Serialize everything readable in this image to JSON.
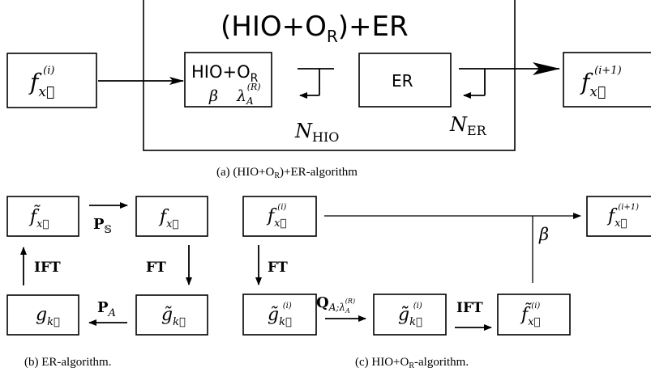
{
  "top": {
    "outer_title": {
      "main": "(HIO+O",
      "sub": "R",
      "rest": ")+ER"
    },
    "input": {
      "base": "f",
      "sub": "x⃗",
      "sup": "(i)"
    },
    "hio": {
      "line1_main": "HIO+O",
      "line1_sub": "R",
      "beta": "β",
      "lambda": "λ",
      "lambda_sub": "A",
      "lambda_sup": "(R)"
    },
    "er": {
      "label": "ER"
    },
    "output": {
      "base": "f",
      "sub": "x⃗",
      "sup": "(i+1)"
    },
    "n_hio": {
      "base": "N",
      "sub": "HIO"
    },
    "n_er": {
      "base": "N",
      "sub": "ER"
    },
    "caption": {
      "prefix": "(a)  (HIO+O",
      "sub": "R",
      "suffix": ")+ER-algorithm"
    }
  },
  "er_algo": {
    "f_tilde": {
      "base": "f̃",
      "sub": "x⃗"
    },
    "f_plain": {
      "base": "f",
      "sub": "x⃗"
    },
    "g_plain": {
      "base": "g",
      "sub": "k⃗"
    },
    "g_tilde": {
      "base": "g̃",
      "sub": "k⃗"
    },
    "p_s": {
      "base": "P",
      "sub": "𝕊"
    },
    "p_a": {
      "base": "P",
      "sub": "A"
    },
    "ift": "IFT",
    "ft": "FT",
    "caption": "(b)  ER-algorithm."
  },
  "hio_algo": {
    "f_in": {
      "base": "f",
      "sub": "x⃗",
      "sup": "(i)"
    },
    "g_tilde": {
      "base": "g̃",
      "sub": "k⃗",
      "sup": "(i)"
    },
    "g_dtilde": {
      "base": "g̃̃",
      "sub": "k⃗",
      "sup": "(i)"
    },
    "f_tilde": {
      "base": "f̃",
      "sub": "x⃗",
      "sup": "(i)"
    },
    "f_out": {
      "base": "f",
      "sub": "x⃗",
      "sup": "(i+1)"
    },
    "ft": "FT",
    "ift": "IFT",
    "beta": "β",
    "q": {
      "base": "Q",
      "sub": "A;λ",
      "sub_sub": "A",
      "sub_sup": "(R)"
    },
    "caption": {
      "prefix": "(c)  HIO+O",
      "sub": "R",
      "suffix": "-algorithm."
    }
  }
}
